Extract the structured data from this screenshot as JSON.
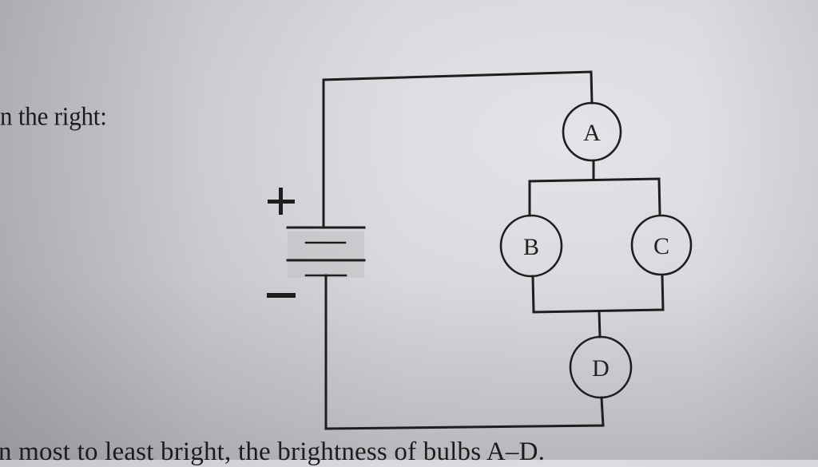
{
  "page": {
    "intro_text": "n the right:",
    "question_text": "n most to least bright, the brightness of bulbs A–D."
  },
  "circuit": {
    "battery": {
      "positive_label": "+",
      "negative_label": "−"
    },
    "bulbs": [
      {
        "label": "A",
        "position": "top, series"
      },
      {
        "label": "B",
        "position": "left branch, parallel"
      },
      {
        "label": "C",
        "position": "right branch, parallel"
      },
      {
        "label": "D",
        "position": "bottom, series"
      }
    ]
  },
  "colors": {
    "ink": "#1c1c1c",
    "paper": "#d9d9de"
  }
}
